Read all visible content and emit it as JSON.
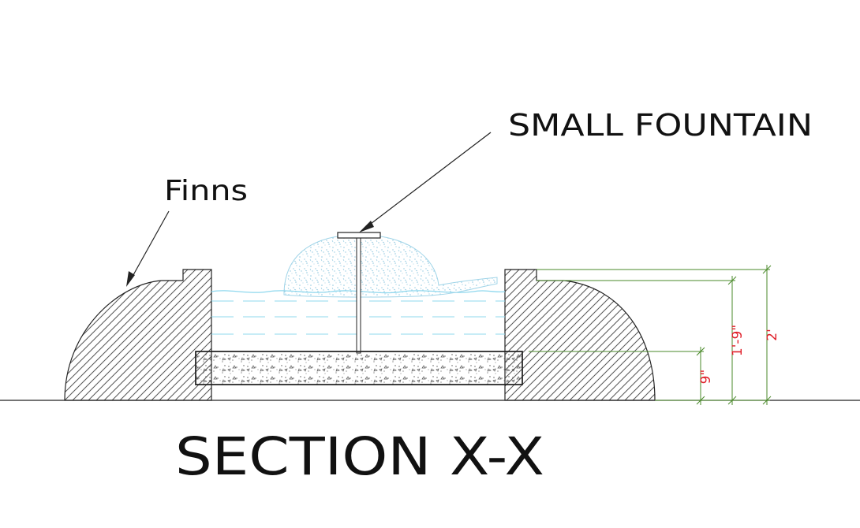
{
  "labels": {
    "small_fountain": "SMALL FOUNTAIN",
    "finns": "Finns",
    "section_title": "SECTION X-X"
  },
  "dimensions": [
    {
      "id": "dim-9in",
      "text": "9\""
    },
    {
      "id": "dim-1ft9in",
      "text": "1'-9\""
    },
    {
      "id": "dim-2ft",
      "text": "2'"
    }
  ],
  "colors": {
    "outline": "#222222",
    "hatch": "#555555",
    "water": "#8fd8ee",
    "dimension_line": "#4a8a2a",
    "dimension_text": "#e0202a",
    "spray": "#9fd4e8"
  }
}
